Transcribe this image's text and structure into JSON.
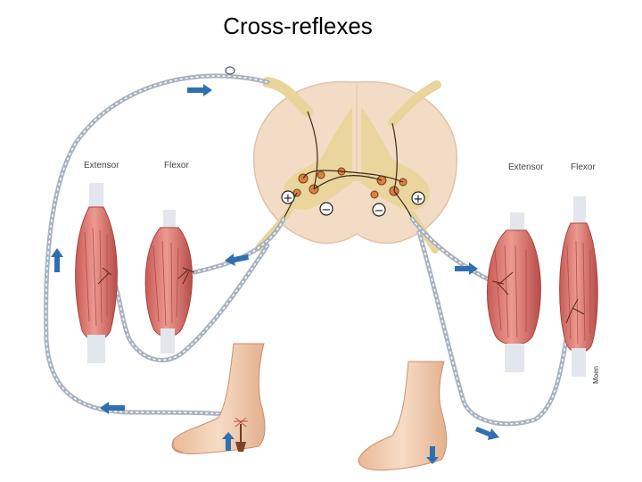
{
  "title": "Cross-reflexes",
  "labels": {
    "left_extensor": "Extensor",
    "left_flexor": "Flexor",
    "right_extensor": "Extensor",
    "right_flexor": "Flexor",
    "credit": "Moen"
  },
  "signs": {
    "left_plus": "+",
    "left_minus": "−",
    "right_minus": "−",
    "right_plus": "+"
  },
  "colors": {
    "spinal_cord": "#f3dcc6",
    "grey_matter": "#e9d49b",
    "muscle": "#e07b73",
    "muscle_dark": "#b94f4a",
    "tendon": "#e3e6ec",
    "nerve": "#a9b2bf",
    "arrow": "#2f6fb0",
    "skin": "#f2cfb2"
  }
}
